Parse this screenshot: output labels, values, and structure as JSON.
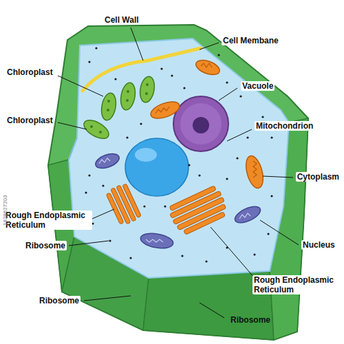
{
  "diagram": {
    "labels": [
      "Cell Wall",
      "Cell Membane",
      "Chloroplast",
      "Vacuole",
      "Chloroplast",
      "Mitochondrion",
      "Cytoplasm",
      "Rough Endoplasmic Reticulum",
      "Nucleus",
      "Ribosome",
      "Ribosome",
      "Rough Endoplasmic Reticulum",
      "Ribosome",
      "1828627203"
    ]
  }
}
